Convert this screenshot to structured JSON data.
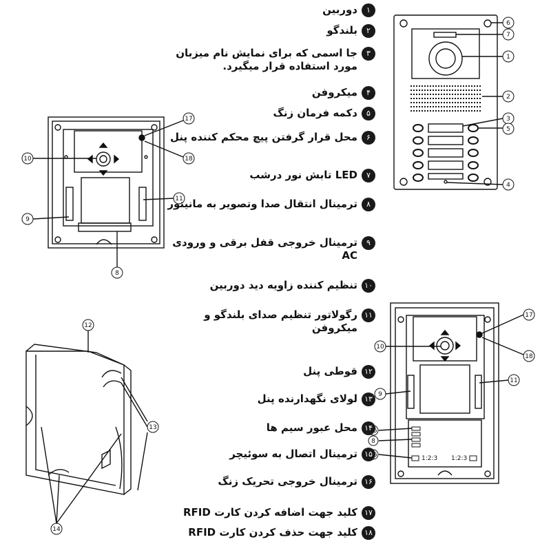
{
  "legend": [
    {
      "num": "١",
      "text": "دوربین"
    },
    {
      "num": "٢",
      "text": "بلندگو"
    },
    {
      "num": "٣",
      "text": "جا اسمی که برای نمایش نام میزبان مورد استفاده قرار میگیرد."
    },
    {
      "num": "۴",
      "text": "میکروفن"
    },
    {
      "num": "۵",
      "text": "دکمه فرمان زنگ"
    },
    {
      "num": "۶",
      "text": "محل قرار گرفتن پیچ محکم کننده پنل"
    },
    {
      "num": "٧",
      "text": "LED تابش نور درشب"
    },
    {
      "num": "٨",
      "text": "ترمینال انتقال صدا وتصویر به مانیتور"
    },
    {
      "num": "٩",
      "text": "ترمینال خروجی قفل برقی و ورودی AC"
    },
    {
      "num": "١٠",
      "text": "تنظیم کننده زاویه دید دوربین"
    },
    {
      "num": "١١",
      "text": "رگولاتور تنظیم صدای بلندگو و میکروفن"
    },
    {
      "num": "١٢",
      "text": "قوطی پنل"
    },
    {
      "num": "١٣",
      "text": "لولای نگهدارنده پنل"
    },
    {
      "num": "١۴",
      "text": "محل عبور سیم ها"
    },
    {
      "num": "١۵",
      "text": "ترمینال اتصال به سوئیچر"
    },
    {
      "num": "١۶",
      "text": "ترمینال خروجی تحریک زنگ"
    },
    {
      "num": "١٧",
      "text": "کلید جهت اضافه کردن کارت RFID"
    },
    {
      "num": "١٨",
      "text": "کلید جهت حذف کردن کارت RFID"
    }
  ],
  "callouts": {
    "front": [
      "6",
      "7",
      "1",
      "2",
      "3",
      "5",
      "4"
    ],
    "back": [
      "17",
      "10",
      "18",
      "11",
      "9",
      "8"
    ],
    "back2": [
      "17",
      "10",
      "18",
      "9",
      "11",
      "15",
      "8",
      "16"
    ],
    "box": [
      "12",
      "13",
      "14"
    ]
  },
  "terminal_labels": {
    "left": "1:2:3",
    "right": "1:2:3"
  }
}
